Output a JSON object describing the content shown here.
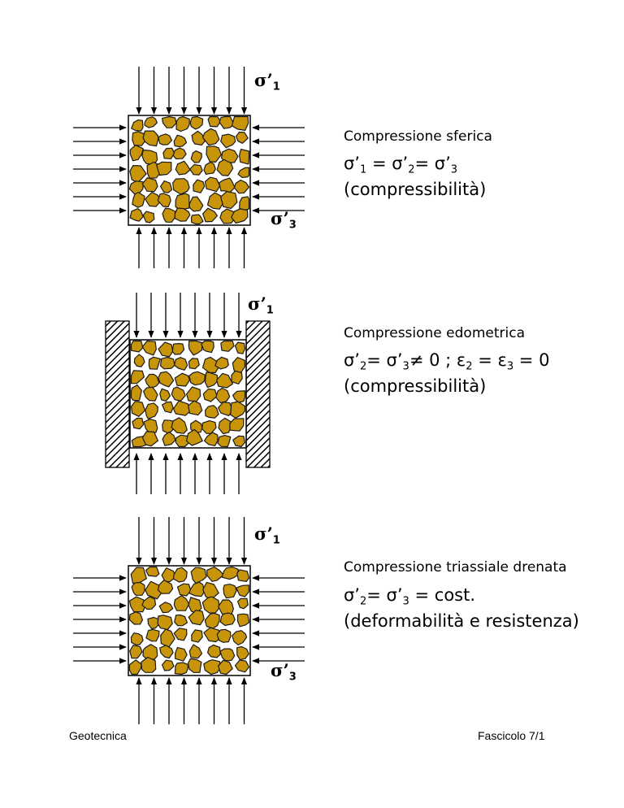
{
  "colors": {
    "grain_fill": "#c8940a",
    "grain_stroke": "#1a1a1a",
    "arrow": "#000000",
    "wall_hatch": "#000000"
  },
  "panels": [
    {
      "type": "spherical",
      "title": "Compressione sferica",
      "formula": "σ’1 = σ’2= σ’3",
      "formula_parts": [
        {
          "t": "σ’"
        },
        {
          "s": "1"
        },
        {
          "t": " = σ’"
        },
        {
          "s": "2"
        },
        {
          "t": "= σ’"
        },
        {
          "s": "3"
        }
      ],
      "note": "(compressibilità)",
      "label_top": {
        "main": "σ’",
        "sub": "1"
      },
      "label_side": {
        "main": "σ’",
        "sub": "3"
      }
    },
    {
      "type": "oedometric",
      "title": "Compressione edometrica",
      "formula": "σ’2= σ’3≠ 0 ; ε2 = ε3 = 0",
      "formula_parts": [
        {
          "t": "σ’"
        },
        {
          "s": "2"
        },
        {
          "t": "= σ’"
        },
        {
          "s": "3"
        },
        {
          "t": "≠ 0  ; ε"
        },
        {
          "s": "2"
        },
        {
          "t": " = ε"
        },
        {
          "s": "3"
        },
        {
          "t": " = 0"
        }
      ],
      "note": "(compressibilità)",
      "label_top": {
        "main": "σ’",
        "sub": "1"
      }
    },
    {
      "type": "triaxial",
      "title": "Compressione triassiale drenata",
      "formula": "σ’2= σ’3 = cost.",
      "formula_parts": [
        {
          "t": "σ’"
        },
        {
          "s": "2"
        },
        {
          "t": "= σ’"
        },
        {
          "s": "3"
        },
        {
          "t": " = cost."
        }
      ],
      "note": "(deformabilità e resistenza)",
      "label_top": {
        "main": "σ’",
        "sub": "1"
      },
      "label_side": {
        "main": "σ’",
        "sub": "3"
      }
    }
  ],
  "footer": {
    "left": "Geotecnica",
    "right": "Fascicolo 7/1"
  }
}
